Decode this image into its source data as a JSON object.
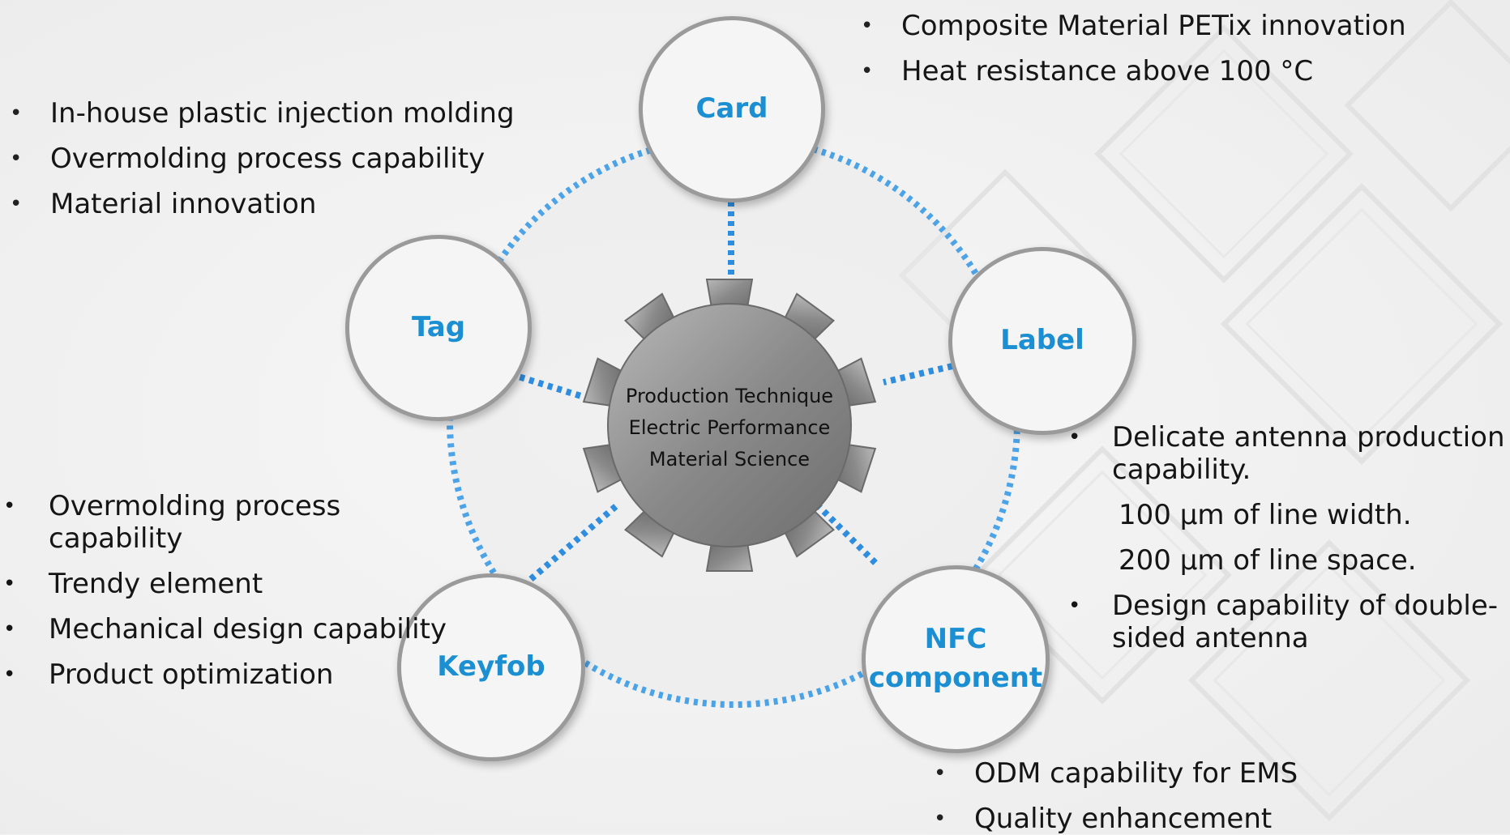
{
  "nodes": {
    "card": "Card",
    "tag": "Tag",
    "label": "Label",
    "keyfob": "Keyfob",
    "nfc_line1": "NFC",
    "nfc_line2": "component"
  },
  "center": {
    "line1": "Production Technique",
    "line2": "Electric Performance",
    "line3": "Material Science"
  },
  "card_bullets": [
    "Composite Material PETix innovation",
    "Heat resistance above 100 °C"
  ],
  "tag_bullets": [
    "In-house plastic injection molding",
    "Overmolding process capability",
    "Material innovation"
  ],
  "label_bullets": {
    "b1_line1": "Delicate antenna production",
    "b1_line2": "capability.",
    "s1": "100 µm of line width.",
    "s2": "200 µm of line space.",
    "b2_line1": "Design capability of double-",
    "b2_line2": "sided antenna"
  },
  "keyfob_bullets": {
    "b1_line1": "Overmolding process",
    "b1_line2": "capability",
    "b2": "Trendy element",
    "b3": "Mechanical design capability",
    "b4": "Product optimization"
  },
  "nfc_bullets": [
    "ODM capability  for EMS",
    "Quality enhancement"
  ],
  "colors": {
    "node_text": "#1c8fd2",
    "connector": "#3a9be6",
    "node_border": "#9a9a9a",
    "gear": "#8c8c8c"
  }
}
